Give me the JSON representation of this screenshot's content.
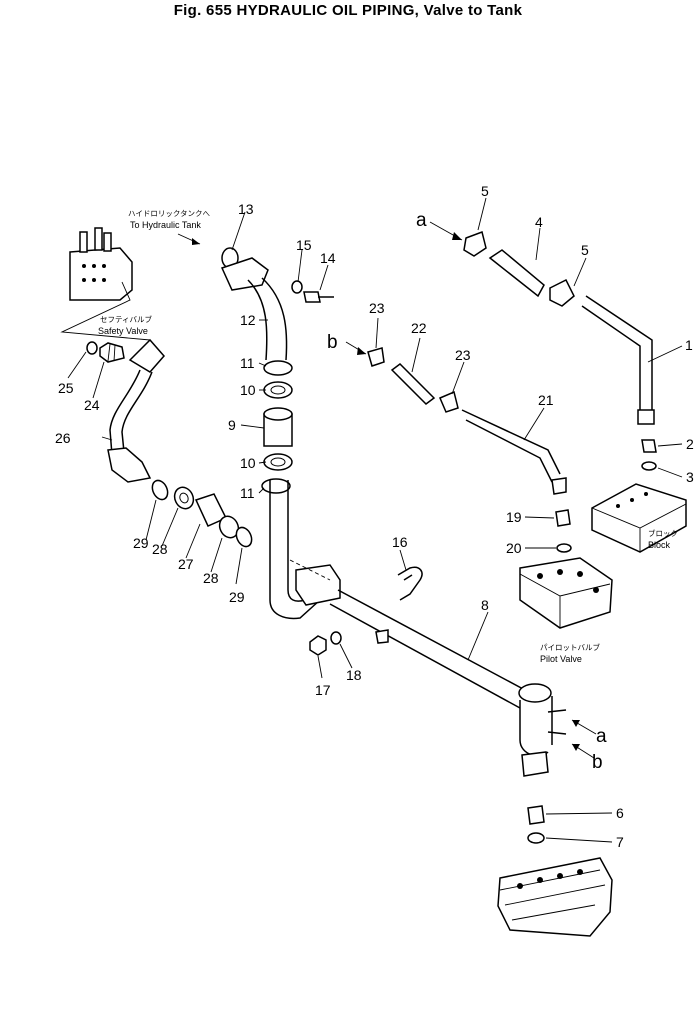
{
  "title": "Fig. 655  HYDRAULIC OIL PIPING, Valve to Tank",
  "notes": {
    "tank_jp": "ハイドロリックタンクへ",
    "tank_en": "To Hydraulic Tank",
    "safety_jp": "セフティバルブ",
    "safety_en": "Safety Valve",
    "block_jp": "ブロック",
    "block_en": "Block",
    "pilot_jp": "パイロットバルブ",
    "pilot_en": "Pilot Valve"
  },
  "connection_labels": {
    "a": "a",
    "b": "b"
  },
  "callouts": {
    "c1": "1",
    "c2": "2",
    "c3": "3",
    "c4": "4",
    "c5a": "5",
    "c5b": "5",
    "c6": "6",
    "c7": "7",
    "c8": "8",
    "c9": "9",
    "c10a": "10",
    "c10b": "10",
    "c11a": "11",
    "c11b": "11",
    "c12": "12",
    "c13": "13",
    "c14": "14",
    "c15": "15",
    "c16": "16",
    "c17": "17",
    "c18": "18",
    "c19": "19",
    "c20": "20",
    "c21": "21",
    "c22": "22",
    "c23a": "23",
    "c23b": "23",
    "c24": "24",
    "c25": "25",
    "c26": "26",
    "c27": "27",
    "c28a": "28",
    "c28b": "28",
    "c29a": "29",
    "c29b": "29"
  }
}
